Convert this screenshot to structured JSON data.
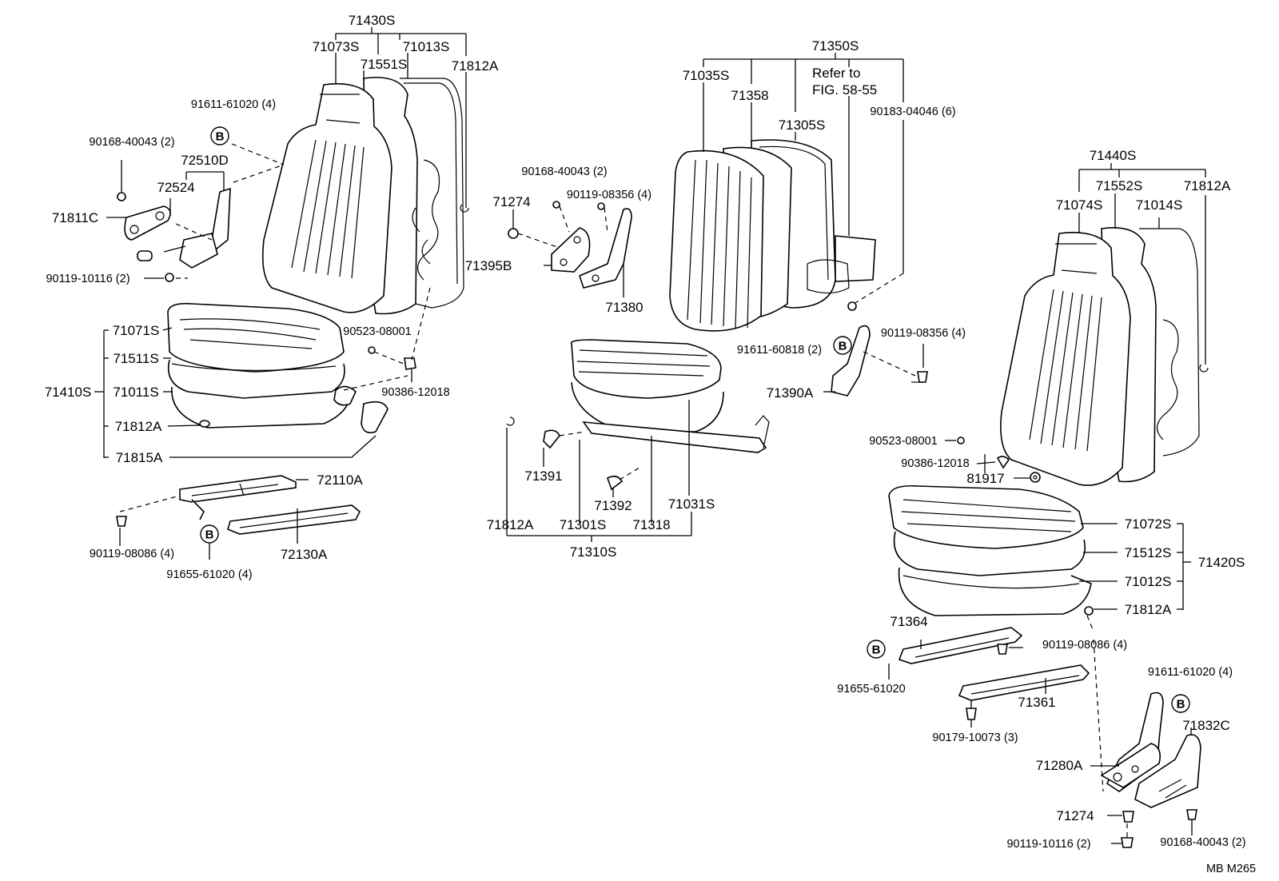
{
  "labels": {
    "p71430S": "71430S",
    "p71073S": "71073S",
    "p71551S": "71551S",
    "p71013S": "71013S",
    "p71812A_1": "71812A",
    "p91611_61020_4a": "91611-61020 (4)",
    "p90168_40043_2a": "90168-40043 (2)",
    "p72510D": "72510D",
    "p72524": "72524",
    "p71811C": "71811C",
    "p90119_10116_2a": "90119-10116 (2)",
    "p71071S": "71071S",
    "p71511S": "71511S",
    "p71410S": "71410S",
    "p71011S": "71011S",
    "p71812A_2": "71812A",
    "p71815A": "71815A",
    "p90523_08001a": "90523-08001",
    "p90386_12018a": "90386-12018",
    "p72110A": "72110A",
    "p90119_08086_4a": "90119-08086 (4)",
    "p72130A": "72130A",
    "p91655_61020_4": "91655-61020 (4)",
    "p71350S": "71350S",
    "p71035S": "71035S",
    "p71358": "71358",
    "p71305S": "71305S",
    "p_refer1": "Refer to",
    "p_refer2": "FIG. 58-55",
    "p90183_04046_6": "90183-04046 (6)",
    "p90168_40043_2b": "90168-40043 (2)",
    "p71274a": "71274",
    "p90119_08356_4a": "90119-08356 (4)",
    "p71395B": "71395B",
    "p71380": "71380",
    "p91611_60818_2": "91611-60818 (2)",
    "p90119_08356_4b": "90119-08356 (4)",
    "p71390A": "71390A",
    "p71391": "71391",
    "p71392": "71392",
    "p71031S": "71031S",
    "p71812A_3": "71812A",
    "p71301S": "71301S",
    "p71318": "71318",
    "p71310S": "71310S",
    "p71440S": "71440S",
    "p71552S": "71552S",
    "p71812A_4": "71812A",
    "p71074S": "71074S",
    "p71014S": "71014S",
    "p90523_08001b": "90523-08001",
    "p90386_12018b": "90386-12018",
    "p81917": "81917",
    "p71072S": "71072S",
    "p71512S": "71512S",
    "p71420S": "71420S",
    "p71012S": "71012S",
    "p71812A_5": "71812A",
    "p71364": "71364",
    "p90119_08086_4b": "90119-08086 (4)",
    "p91655_61020": "91655-61020",
    "p71361": "71361",
    "p90179_10073_3": "90179-10073 (3)",
    "p91611_61020_4b": "91611-61020 (4)",
    "p71832C": "71832C",
    "p71280A": "71280A",
    "p71274b": "71274",
    "p90119_10116_2b": "90119-10116 (2)",
    "p90168_40043_2c": "90168-40043 (2)",
    "p_mb": "MB  M265",
    "b_mark": "B"
  }
}
